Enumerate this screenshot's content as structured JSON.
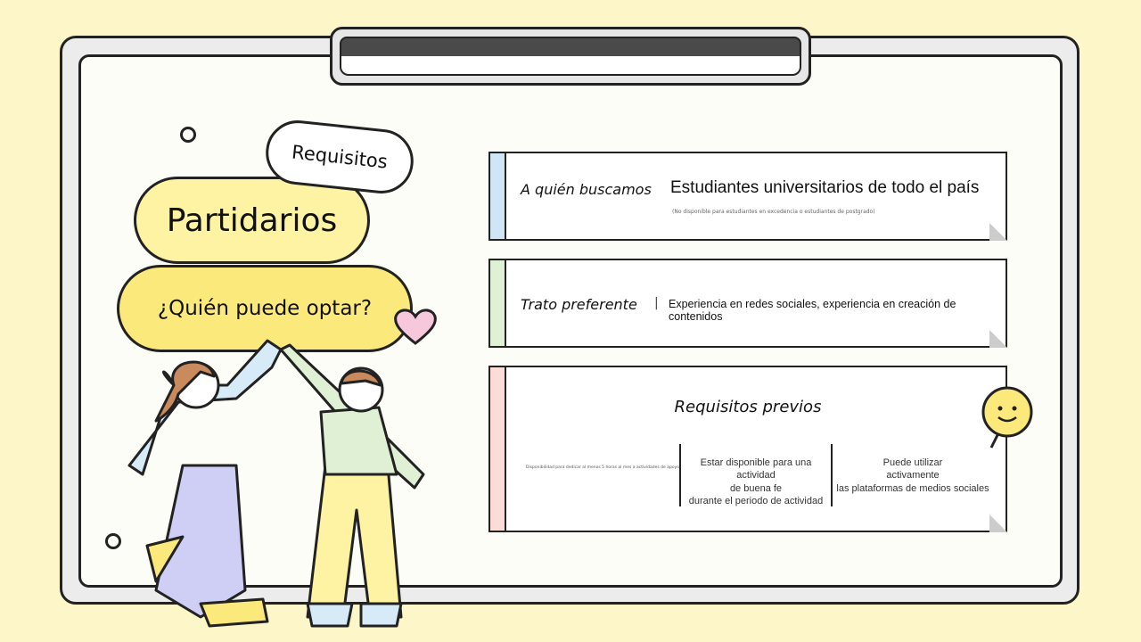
{
  "badges": {
    "requisitos": "Requisitos",
    "partidarios": "Partidarios",
    "quien": "¿Quién puede optar?"
  },
  "cards": [
    {
      "label": "A quién buscamos",
      "value": "Estudiantes universitarios de todo el país",
      "note": "(No disponible para estudiantes en excedencia o estudiantes de postgrado)",
      "accent": "#cfe6f7"
    },
    {
      "label": "Trato preferente",
      "value": "Experiencia en redes sociales, experiencia en creación de contenidos",
      "accent": "#dff0d4"
    },
    {
      "label": "Requisitos previos",
      "items": [
        "Disponibilidad para dedicar al menos 5 horas al mes a actividades de apoyo",
        "Estar disponible para una actividad\nde buena fe\ndurante el periodo de actividad",
        "Puede utilizar\nactivamente\nlas plataformas de medios sociales"
      ],
      "accent": "#fbdcd6"
    }
  ],
  "colors": {
    "pill_yellow": "#fdf3a3",
    "pill_bright": "#fbe97b",
    "heart": "#f7c8dc",
    "smiley": "#fbe97b"
  }
}
